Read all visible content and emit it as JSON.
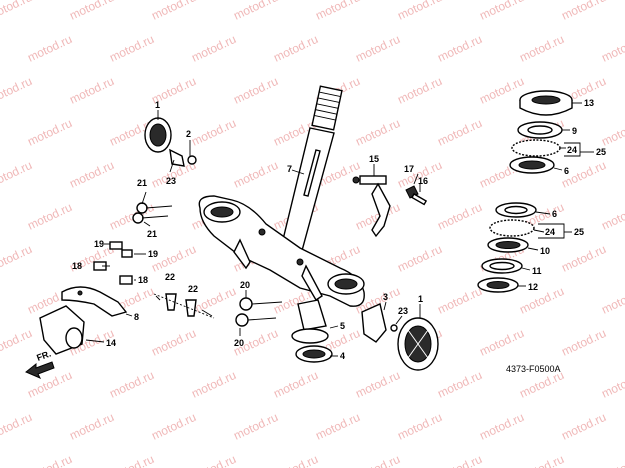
{
  "watermark": "motod.ru",
  "diagram_code": "4373-F0500A",
  "direction_label": "FR.",
  "labels": {
    "1a": "1",
    "1b": "1",
    "2": "2",
    "3": "3",
    "4": "4",
    "5": "5",
    "6a": "6",
    "6b": "6",
    "7": "7",
    "8": "8",
    "9": "9",
    "10": "10",
    "11": "11",
    "12": "12",
    "13": "13",
    "14": "14",
    "15": "15",
    "16": "16",
    "17": "17",
    "18a": "18",
    "18b": "18",
    "19a": "19",
    "19b": "19",
    "20a": "20",
    "20b": "20",
    "21a": "21",
    "21b": "21",
    "22a": "22",
    "22b": "22",
    "23a": "23",
    "23b": "23",
    "24a": "24",
    "24b": "24",
    "25a": "25",
    "25b": "25"
  },
  "colors": {
    "line": "#000000",
    "watermark": "#f0b8b8"
  }
}
